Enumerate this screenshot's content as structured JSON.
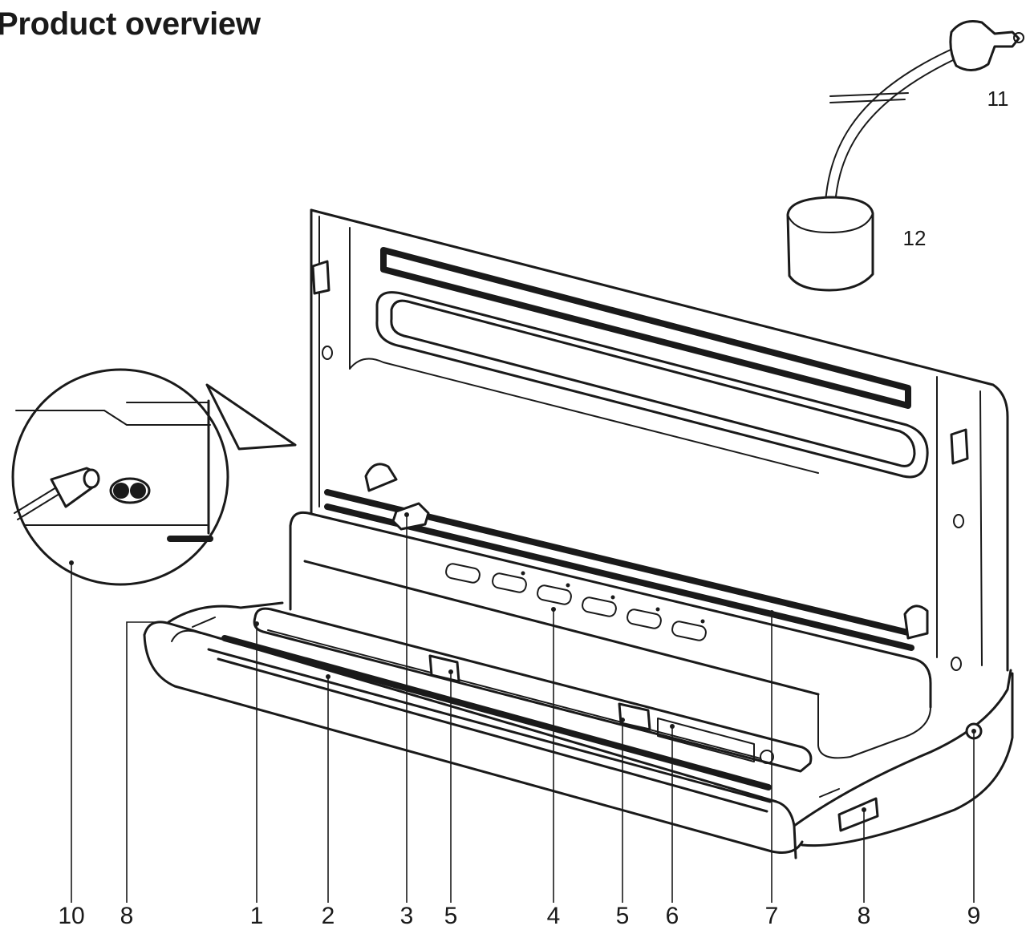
{
  "title": "Product overview",
  "callouts": [
    {
      "id": "10",
      "label": "10"
    },
    {
      "id": "8a",
      "label": "8"
    },
    {
      "id": "1",
      "label": "1"
    },
    {
      "id": "2",
      "label": "2"
    },
    {
      "id": "3",
      "label": "3"
    },
    {
      "id": "5a",
      "label": "5"
    },
    {
      "id": "4",
      "label": "4"
    },
    {
      "id": "5b",
      "label": "5"
    },
    {
      "id": "6",
      "label": "6"
    },
    {
      "id": "7",
      "label": "7"
    },
    {
      "id": "8b",
      "label": "8"
    },
    {
      "id": "9",
      "label": "9"
    },
    {
      "id": "11",
      "label": "11"
    },
    {
      "id": "12",
      "label": "12"
    }
  ]
}
